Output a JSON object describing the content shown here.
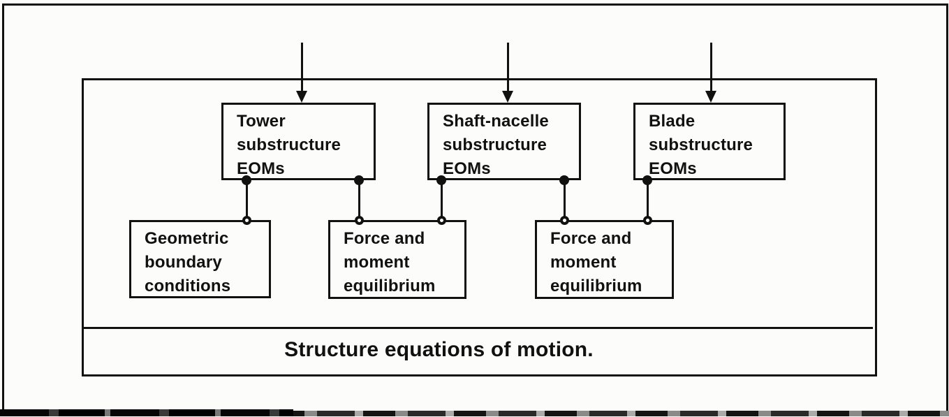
{
  "figure": {
    "top_row": [
      {
        "id": "tower",
        "label": "Tower\nsubstructure\nEOMs"
      },
      {
        "id": "shaft_nacelle",
        "label": "Shaft-nacelle\nsubstructure\nEOMs"
      },
      {
        "id": "blade",
        "label": "Blade\nsubstructure\nEOMs"
      }
    ],
    "bottom_row": [
      {
        "id": "geometric_bc",
        "label": "Geometric\nboundary\nconditions"
      },
      {
        "id": "force_equilibrium_1",
        "label": "Force and\nmoment\nequilibrium"
      },
      {
        "id": "force_equilibrium_2",
        "label": "Force and\nmoment\nequilibrium"
      }
    ],
    "container_label": "Structure equations of motion.",
    "input_arrows": 3,
    "connections": [
      {
        "from": "tower",
        "to": "geometric_bc"
      },
      {
        "from": "tower",
        "to": "force_equilibrium_1"
      },
      {
        "from": "shaft_nacelle",
        "to": "force_equilibrium_1"
      },
      {
        "from": "shaft_nacelle",
        "to": "force_equilibrium_2"
      },
      {
        "from": "blade",
        "to": "force_equilibrium_2"
      }
    ]
  },
  "colors": {
    "ink": "#111111",
    "paper": "#fcfcfb"
  }
}
